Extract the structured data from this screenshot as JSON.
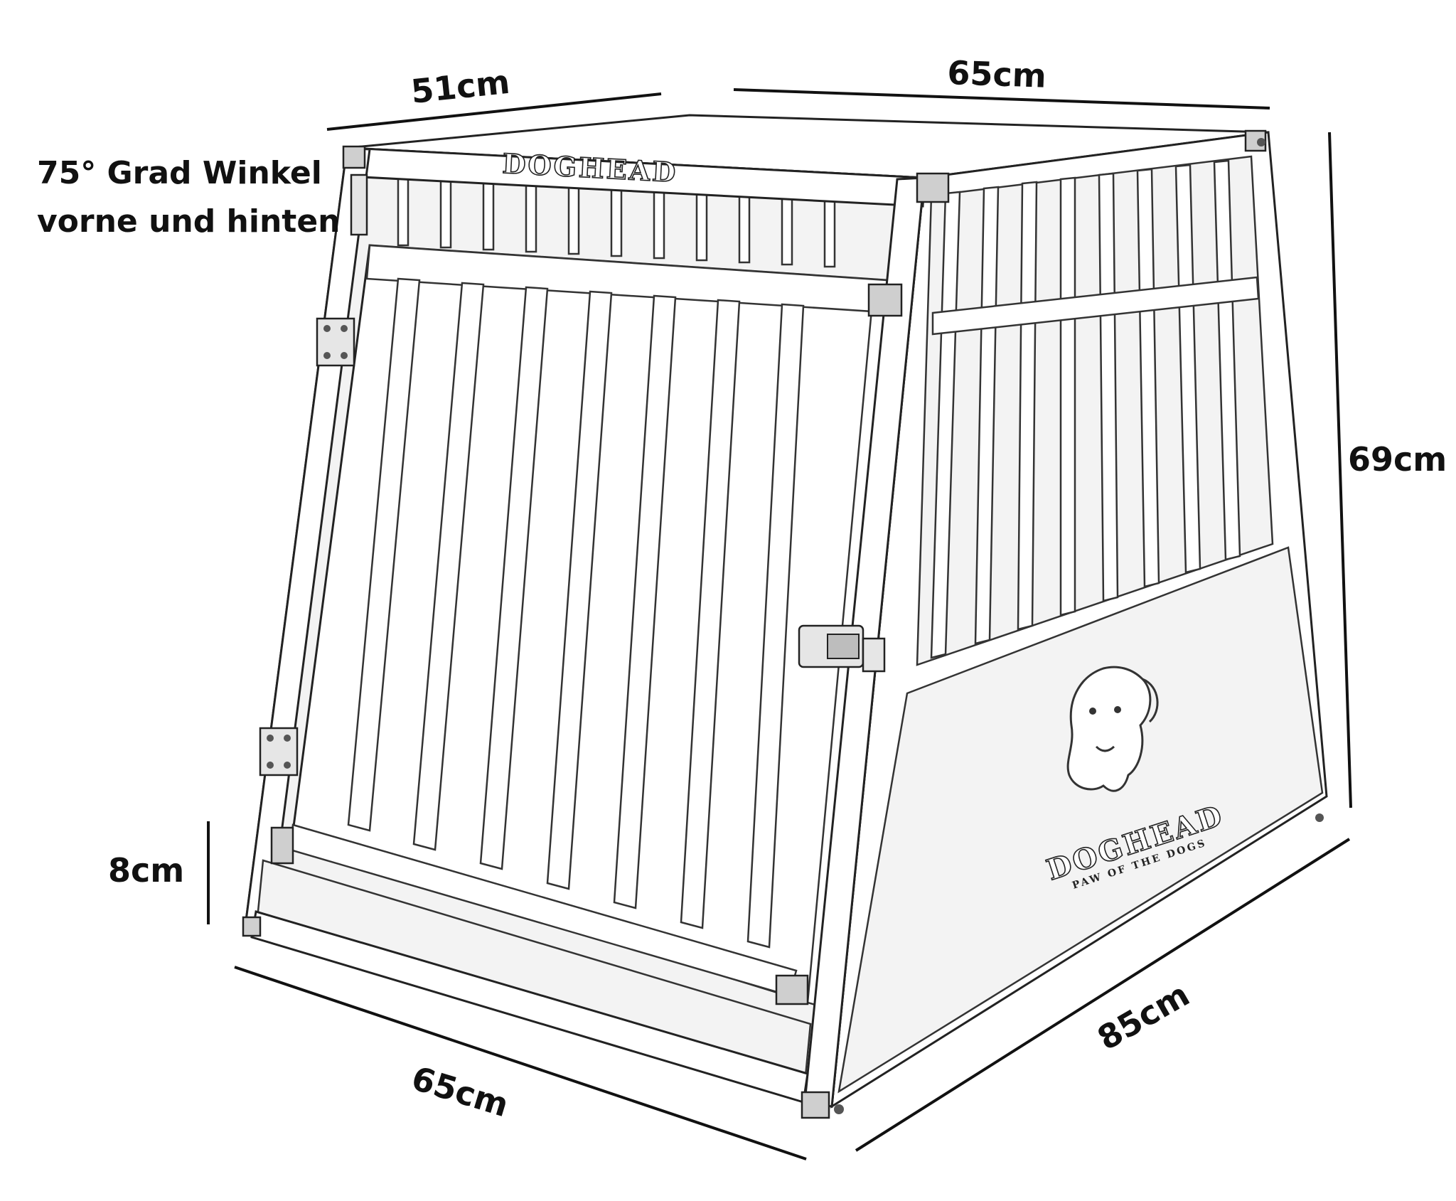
{
  "dimensions": {
    "top_front_depth": "51cm",
    "top_width": "65cm",
    "height": "69cm",
    "floor_step": "8cm",
    "bottom_width": "65cm",
    "bottom_depth": "85cm"
  },
  "note": {
    "line1": "75° Grad Winkel",
    "line2": "vorne und hinten"
  },
  "branding": {
    "door_logo": "DOGHEAD",
    "side_logo": "DOGHEAD",
    "side_tagline": "PAW OF THE DOGS"
  },
  "icons": {
    "side_emblem": "dog-head-icon"
  },
  "colors": {
    "line": "#222222",
    "panel": "#f3f3f3",
    "background": "#ffffff"
  }
}
